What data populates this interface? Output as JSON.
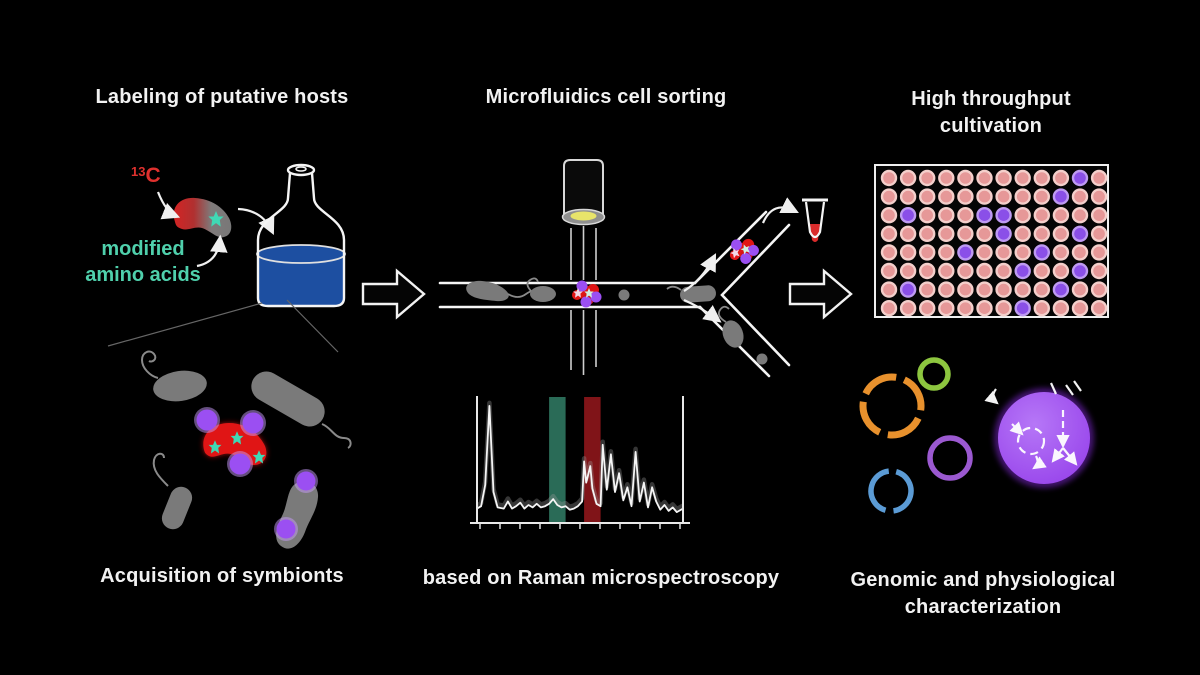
{
  "left": {
    "title": "Labeling of putative hosts",
    "isotope_sup": "13",
    "isotope_symbol": "C",
    "amino_line1": "modified",
    "amino_line2": "amino acids",
    "caption": "Acquisition of symbionts"
  },
  "middle": {
    "title": "Microfluidics cell sorting",
    "caption": "based on Raman microspectroscopy"
  },
  "right": {
    "title_line1": "High throughput",
    "title_line2": "cultivation",
    "caption_line1": "Genomic and physiological",
    "caption_line2": "characterization"
  },
  "well_plate": {
    "rows": 8,
    "cols": 12,
    "purple_wells": [
      [
        0,
        10
      ],
      [
        1,
        9
      ],
      [
        2,
        1
      ],
      [
        2,
        5
      ],
      [
        2,
        6
      ],
      [
        3,
        6
      ],
      [
        3,
        10
      ],
      [
        4,
        4
      ],
      [
        4,
        8
      ],
      [
        5,
        7
      ],
      [
        5,
        10
      ],
      [
        6,
        1
      ],
      [
        6,
        9
      ],
      [
        7,
        7
      ]
    ],
    "well_color": "#E69898",
    "well_rim": "#F4CFCB",
    "purple_color": "#8A4FE8",
    "purple_rim": "#BE9AF2"
  },
  "spectrum": {
    "points": [
      [
        0,
        8
      ],
      [
        2,
        10
      ],
      [
        4,
        28
      ],
      [
        6,
        95
      ],
      [
        8,
        22
      ],
      [
        10,
        9
      ],
      [
        13,
        8
      ],
      [
        15,
        14
      ],
      [
        17,
        8
      ],
      [
        19,
        10
      ],
      [
        21,
        13
      ],
      [
        23,
        8
      ],
      [
        25,
        11
      ],
      [
        27,
        9
      ],
      [
        29,
        12
      ],
      [
        31,
        9
      ],
      [
        33,
        10
      ],
      [
        35,
        12
      ],
      [
        37,
        16
      ],
      [
        39,
        11
      ],
      [
        41,
        9
      ],
      [
        43,
        10
      ],
      [
        45,
        7
      ],
      [
        47,
        8
      ],
      [
        49,
        10
      ],
      [
        51,
        14
      ],
      [
        52,
        48
      ],
      [
        53,
        30
      ],
      [
        55,
        44
      ],
      [
        56,
        25
      ],
      [
        58,
        12
      ],
      [
        60,
        10
      ],
      [
        61,
        62
      ],
      [
        63,
        24
      ],
      [
        65,
        54
      ],
      [
        67,
        22
      ],
      [
        69,
        38
      ],
      [
        71,
        15
      ],
      [
        73,
        26
      ],
      [
        75,
        10
      ],
      [
        77,
        56
      ],
      [
        79,
        14
      ],
      [
        81,
        30
      ],
      [
        83,
        9
      ],
      [
        85,
        26
      ],
      [
        87,
        14
      ],
      [
        89,
        7
      ],
      [
        91,
        11
      ],
      [
        93,
        6
      ],
      [
        95,
        9
      ],
      [
        97,
        5
      ],
      [
        100,
        8
      ]
    ],
    "teal_band_pct": [
      35,
      43
    ],
    "red_band_pct": [
      52,
      60
    ],
    "teal_color": "#2A6B57",
    "red_color": "#801418"
  },
  "colors": {
    "background": "#000000",
    "isotope_red": "#E0312E",
    "host_red": "#E01515",
    "amino_teal": "#4FD0AC",
    "star_teal": "#3FD9B5",
    "symbiont_purple": "#9B4FF2",
    "liquid_blue": "#1D4FA1",
    "laser_yellow": "#E8E46A",
    "bacteria_gray": "#7A7A7A",
    "plasmid_orange": "#E8912D",
    "plasmid_green": "#8DC63F",
    "plasmid_purple": "#9B59D0",
    "plasmid_blue": "#5B9BD5",
    "big_cell_purple": "#A04FF0"
  }
}
